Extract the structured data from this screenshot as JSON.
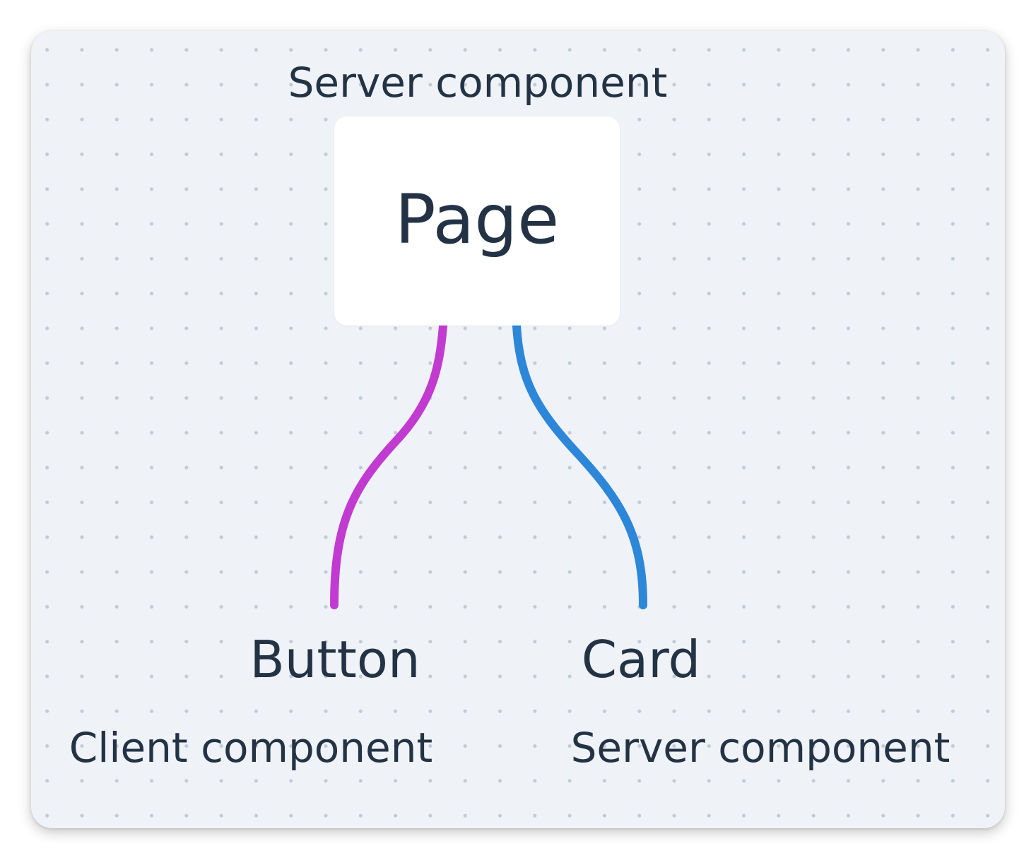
{
  "diagram": {
    "root": {
      "name": "Page",
      "kind_label": "Server component"
    },
    "children": [
      {
        "name": "Button",
        "kind_label": "Client component",
        "edge_color": "#c13bd1"
      },
      {
        "name": "Card",
        "kind_label": "Server component",
        "edge_color": "#2d87d9"
      }
    ]
  },
  "colors": {
    "background": "#eff2f6",
    "dot_grid": "#c2cad6",
    "text": "#233345",
    "node_fill": "#ffffff"
  }
}
